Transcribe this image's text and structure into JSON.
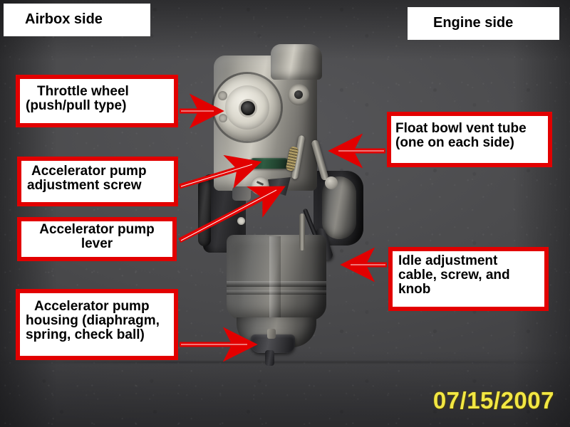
{
  "image": {
    "subject": "motorcycle carburetor",
    "background_color": "#4a4a4c",
    "accent_color": "#e20000",
    "date_stamp_color": "#f2e743"
  },
  "orientation_labels": [
    {
      "id": "airbox-side",
      "text": "Airbox side"
    },
    {
      "id": "engine-side",
      "text": "Engine side"
    }
  ],
  "callouts": [
    {
      "id": "throttle-wheel",
      "lines": [
        "Throttle wheel",
        "(push/pull type)"
      ],
      "align": "left"
    },
    {
      "id": "accelerator-pump-adjustment-screw",
      "lines": [
        "Accelerator pump",
        "adjustment screw"
      ],
      "align": "left"
    },
    {
      "id": "accelerator-pump-lever",
      "lines": [
        "Accelerator pump",
        "lever"
      ],
      "align": "center"
    },
    {
      "id": "accelerator-pump-housing",
      "lines": [
        "Accelerator pump",
        "housing (diaphragm,",
        "spring, check ball)"
      ],
      "align": "left"
    },
    {
      "id": "float-bowl-vent-tube",
      "lines": [
        "Float bowl vent tube",
        "(one on each side)"
      ],
      "align": "left"
    },
    {
      "id": "idle-adjustment",
      "lines": [
        "Idle adjustment",
        "cable, screw, and",
        "knob"
      ],
      "align": "left"
    }
  ],
  "date_stamp": {
    "text": "07/15/2007"
  }
}
